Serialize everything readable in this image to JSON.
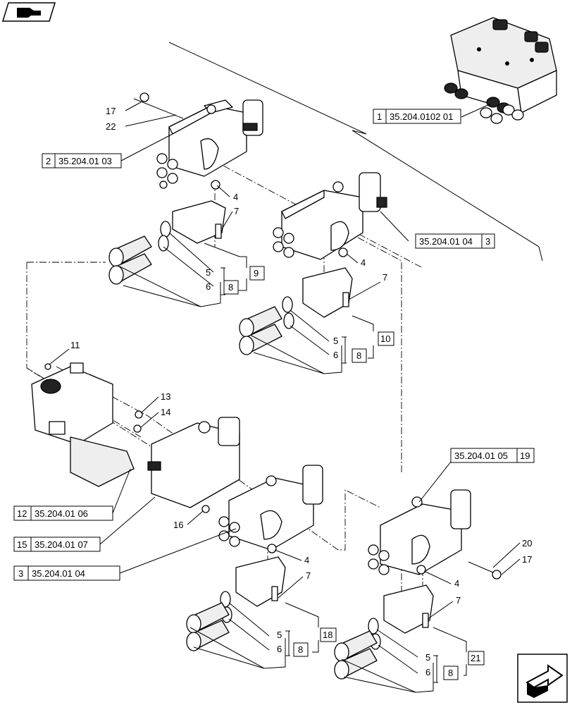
{
  "callouts": {
    "c17a": "17",
    "c22": "22",
    "c4a": "4",
    "c7a": "7",
    "c5a": "5",
    "c6a": "6",
    "c4b": "4",
    "c7b": "7",
    "c5b": "5",
    "c6b": "6",
    "c11": "11",
    "c13": "13",
    "c14": "14",
    "c16": "16",
    "c4c": "4",
    "c7c": "7",
    "c5c": "5",
    "c6c": "6",
    "c20": "20",
    "c17b": "17",
    "c4d": "4",
    "c7d": "7",
    "c5d": "5",
    "c6d": "6"
  },
  "references": {
    "r1": {
      "num": "1",
      "code": "35.204.0102 01"
    },
    "r2": {
      "num": "2",
      "code": "35.204.01 03"
    },
    "r3a": {
      "num": "3",
      "code": "35.204.01 04"
    },
    "r12": {
      "num": "12",
      "code": "35.204.01 06"
    },
    "r15": {
      "num": "15",
      "code": "35.204.01 07"
    },
    "r3b": {
      "num": "3",
      "code": "35.204.01 04"
    },
    "r19": {
      "num": "19",
      "code": "35.204.01 05"
    }
  },
  "boxed": {
    "b9": "9",
    "b8a": "8",
    "b10": "10",
    "b8b": "8",
    "b18": "18",
    "b8c": "8",
    "b21": "21",
    "b8d": "8"
  },
  "icons": {
    "top_left": "book-hand-icon",
    "bottom_right": "next-page-arrow-icon"
  }
}
